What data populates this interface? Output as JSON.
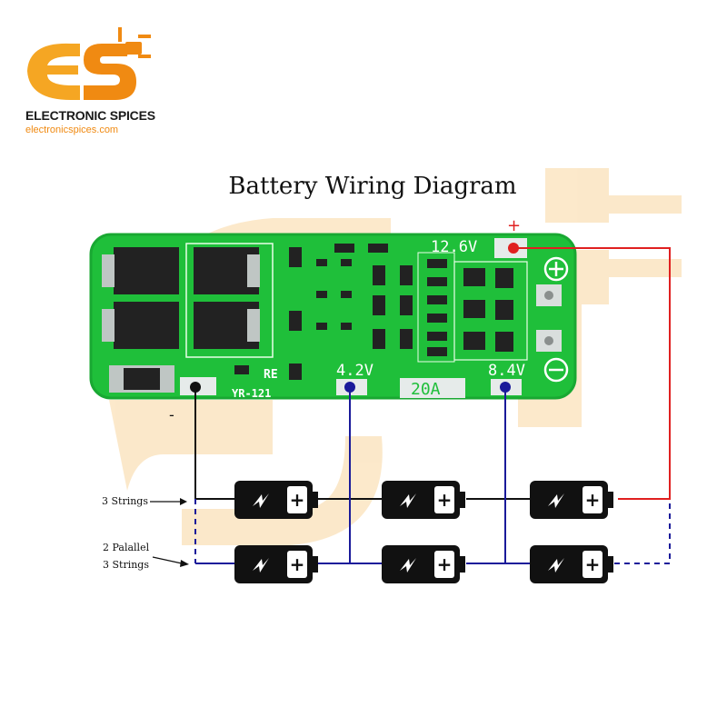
{
  "logo": {
    "name": "ELECTRONIC SPICES",
    "url": "electronicspices.com",
    "orange": "#f5a623",
    "orange_dark": "#f08a12"
  },
  "title": "Battery Wiring Diagram",
  "board": {
    "color": "#1fbf3a",
    "pads": {
      "b_plus": "12.6V",
      "b2": "8.4V",
      "b1": "4.2V",
      "current": "20A",
      "ref": "RE",
      "model": "YR-121"
    },
    "plus_mark": "+",
    "minus_mark": "-"
  },
  "labels": {
    "row1": "3 Strings",
    "row2_line1": "2 Palallel",
    "row2_line2": "3 Strings"
  },
  "wire_colors": {
    "positive": "#e02020",
    "negative": "#111111",
    "balance": "#1a1a9a"
  },
  "battery_symbol": "+"
}
